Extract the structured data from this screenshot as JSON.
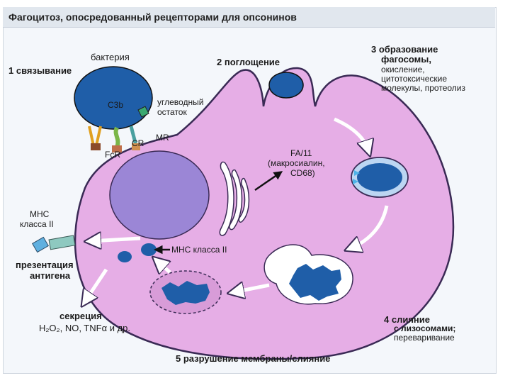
{
  "title": "Фагоцитоз, опосредованный рецепторами для опсонинов",
  "colors": {
    "cell": "#e6aee6",
    "cell_outline": "#3a2a55",
    "nucleus": "#9b86d6",
    "organelle": "#1f5ea8",
    "phagosome_bg": "#bcd6f2",
    "arrow": "#ffffff",
    "background": "#f4f7fb"
  },
  "labels": {
    "bacteria": "бактерия",
    "c3b": "C3b",
    "step1": "1 связывание",
    "carb_1": "углеводный",
    "carb_2": "остаток",
    "mr": "MR",
    "cr": "CR",
    "fcr": "FcR",
    "step2": "2 поглощение",
    "step3_1": "3 образование",
    "step3_2": "фагосомы,",
    "step3_3": "окисление,",
    "step3_4": "цитотоксические",
    "step3_5": "молекулы, протеолиз",
    "fa_1": "FA/11",
    "fa_2": "(макросиалин,",
    "fa_3": "CD68)",
    "mhc_left_1": "МНС",
    "mhc_left_2": "класса II",
    "pres_1": "презентация",
    "pres_2": "антигена",
    "mhc_center": "МНС класса II",
    "secr_1": "секреция",
    "secr_2": "H₂O₂, NO, TNFα и др.",
    "step4_1": "4 слияние",
    "step4_2": "с лизосомами;",
    "step4_3": "переваривание",
    "step5": "5 разрушение мембраны/слияние"
  }
}
